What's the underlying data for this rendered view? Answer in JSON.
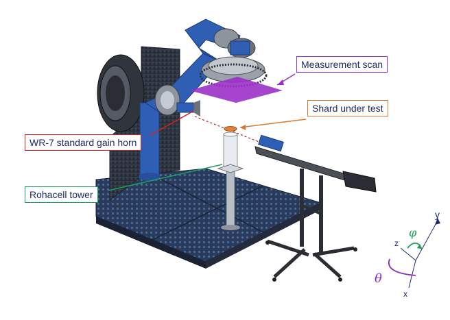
{
  "labels": {
    "measurement_scan": "Measurement scan",
    "shard_under_test": "Shard under test",
    "horn": "WR-7 standard gain horn",
    "tower": "Rohacell tower"
  },
  "axes": {
    "y": "y",
    "z": "z",
    "x": "x",
    "phi": "φ",
    "theta": "θ"
  },
  "colors": {
    "measurement_scan": "#9b30c8",
    "shard_under_test": "#d9772a",
    "horn": "#d62020",
    "tower": "#1aa05a",
    "robot_arm": "#2f5fb5",
    "absorber": "#2b3340",
    "label_text": "#1f2a6b"
  }
}
